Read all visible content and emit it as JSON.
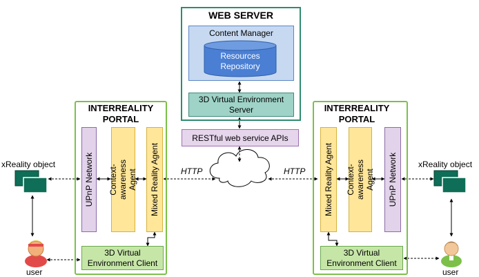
{
  "web_server": {
    "title": "WEB SERVER",
    "content_manager": "Content Manager",
    "resources_repository": "Resources Repository",
    "vr_server": "3D Virtual Environment Server"
  },
  "restful": "RESTful web service APIs",
  "http_left": "HTTP",
  "http_right": "HTTP",
  "left_portal": {
    "title": "INTERREALITY PORTAL",
    "upnp": "UPnP Network",
    "context_agent": "Context-awareness Agent",
    "mixed_agent": "Mixed Reality Agent",
    "client": "3D Virtual Environment Client"
  },
  "right_portal": {
    "title": "INTERREALITY PORTAL",
    "upnp": "UPnP Network",
    "context_agent": "Context-awareness Agent",
    "mixed_agent": "Mixed Reality Agent",
    "client": "3D Virtual Environment Client"
  },
  "left_object_label": "xReality object",
  "right_object_label": "xReality object",
  "left_user_label": "user",
  "right_user_label": "user",
  "colors": {
    "server_border": "#2e8b6e",
    "portal_border": "#7cc04a",
    "content_manager_fill": "#c6d9f1",
    "repository_fill": "#4a7fd4",
    "vr_server_fill": "#9fd3c7",
    "restful_fill": "#e6d6ec",
    "upnp_fill": "#e2d3ea",
    "agent_fill": "#ffe699",
    "client_fill": "#c6e6a8",
    "object_fill": "#0e6e57"
  }
}
